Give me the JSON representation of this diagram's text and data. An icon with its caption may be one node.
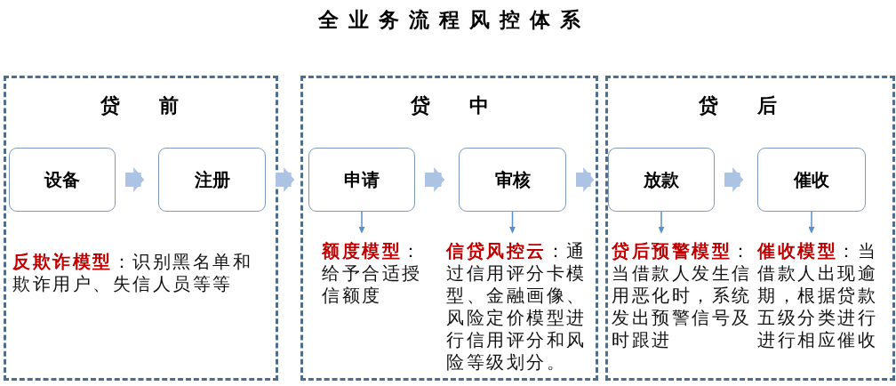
{
  "diagram": {
    "title": "全业务流程风控体系",
    "nodes": [
      {
        "text": [
          "贷 前",
          "**反欺诈模型**：识别黑名单和欺诈用户、失信人员等等"
        ]
      },
      {
        "text": [
          "设备"
        ],
        "in": 0
      },
      {
        "text": [
          "注册"
        ],
        "in": 0
      },
      {
        "text": [
          "贷 中"
        ]
      },
      {
        "text": [
          "申请"
        ],
        "in": 3
      },
      {
        "text": [
          "审核"
        ],
        "in": 3
      },
      {
        "text": [
          "**额度模型**：给予合适授信额度"
        ],
        "in": 3
      },
      {
        "text": [
          "**信贷风控云**：通过信用评分卡模型、金融画像、风险定价模型进行信用评分和风险等级划分。"
        ],
        "in": 3
      },
      {
        "text": [
          "贷 后"
        ]
      },
      {
        "text": [
          "放款"
        ],
        "in": 8
      },
      {
        "text": [
          "催收"
        ],
        "in": 8
      },
      {
        "text": [
          "**贷后预警模型**：当借款人发生信用恶化时，系统发出预警信号及时跟进"
        ],
        "in": 8
      },
      {
        "text": [
          "**催收模型**：当借款人出现逾期，根据贷款五级分类进行进行相应催收"
        ],
        "in": 8
      }
    ],
    "edges": [
      {
        "from": 1,
        "to": 2,
        "arrow": "to"
      },
      {
        "from": 2,
        "to": 4,
        "arrow": "to"
      },
      {
        "from": 4,
        "to": 5,
        "arrow": "to"
      },
      {
        "from": 5,
        "to": 9,
        "arrow": "to"
      },
      {
        "from": 9,
        "to": 10,
        "arrow": "to"
      },
      {
        "from": 4,
        "to": 6,
        "arrow": "to",
        "color": "#5b8fc9"
      },
      {
        "from": 5,
        "to": 7,
        "arrow": "to",
        "color": "#5b8fc9"
      },
      {
        "from": 9,
        "to": 11,
        "arrow": "to",
        "color": "#5b8fc9"
      },
      {
        "from": 10,
        "to": 12,
        "arrow": "to",
        "color": "#5b8fc9"
      }
    ]
  }
}
